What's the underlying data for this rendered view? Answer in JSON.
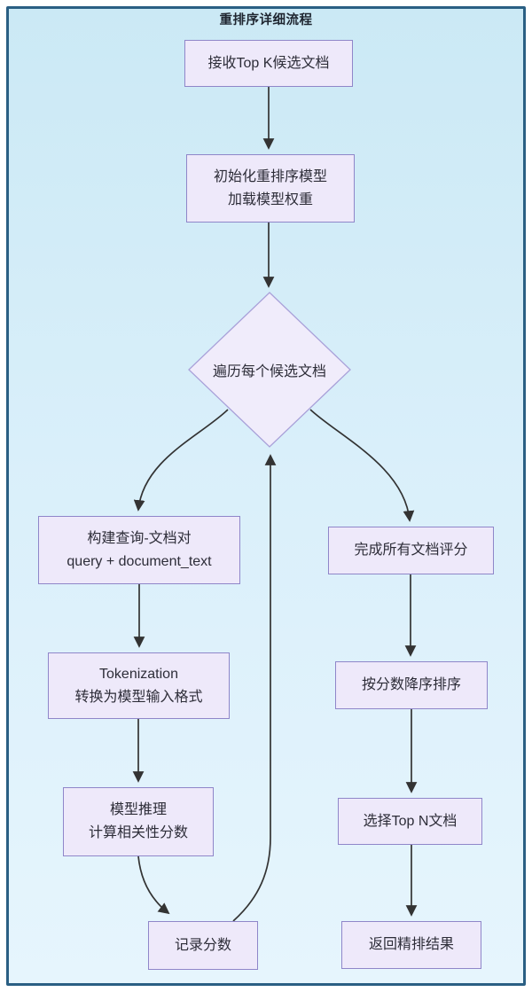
{
  "title": "重排序详细流程",
  "colors": {
    "frame_border": "#2a5f83",
    "canvas_background": "#d9effa",
    "node_fill": "#eee9fa",
    "node_border": "#8f86c9",
    "diamond_fill": "#f0ecfb",
    "diamond_border": "#a9a1d9",
    "edge": "#333333",
    "text": "#2d2d38"
  },
  "nodes": {
    "receive": {
      "label": "接收Top K候选文档"
    },
    "init": {
      "line1": "初始化重排序模型",
      "line2": "加载模型权重"
    },
    "loop_decision": {
      "label": "遍历每个候选文档"
    },
    "build_pair": {
      "line1": "构建查询-文档对",
      "line2": "query + document_text"
    },
    "tokenization": {
      "line1": "Tokenization",
      "line2": "转换为模型输入格式"
    },
    "inference": {
      "line1": "模型推理",
      "line2": "计算相关性分数"
    },
    "record_score": {
      "label": "记录分数"
    },
    "all_scored": {
      "label": "完成所有文档评分"
    },
    "sort_desc": {
      "label": "按分数降序排序"
    },
    "select_topn": {
      "label": "选择Top N文档"
    },
    "return_results": {
      "label": "返回精排结果"
    }
  }
}
